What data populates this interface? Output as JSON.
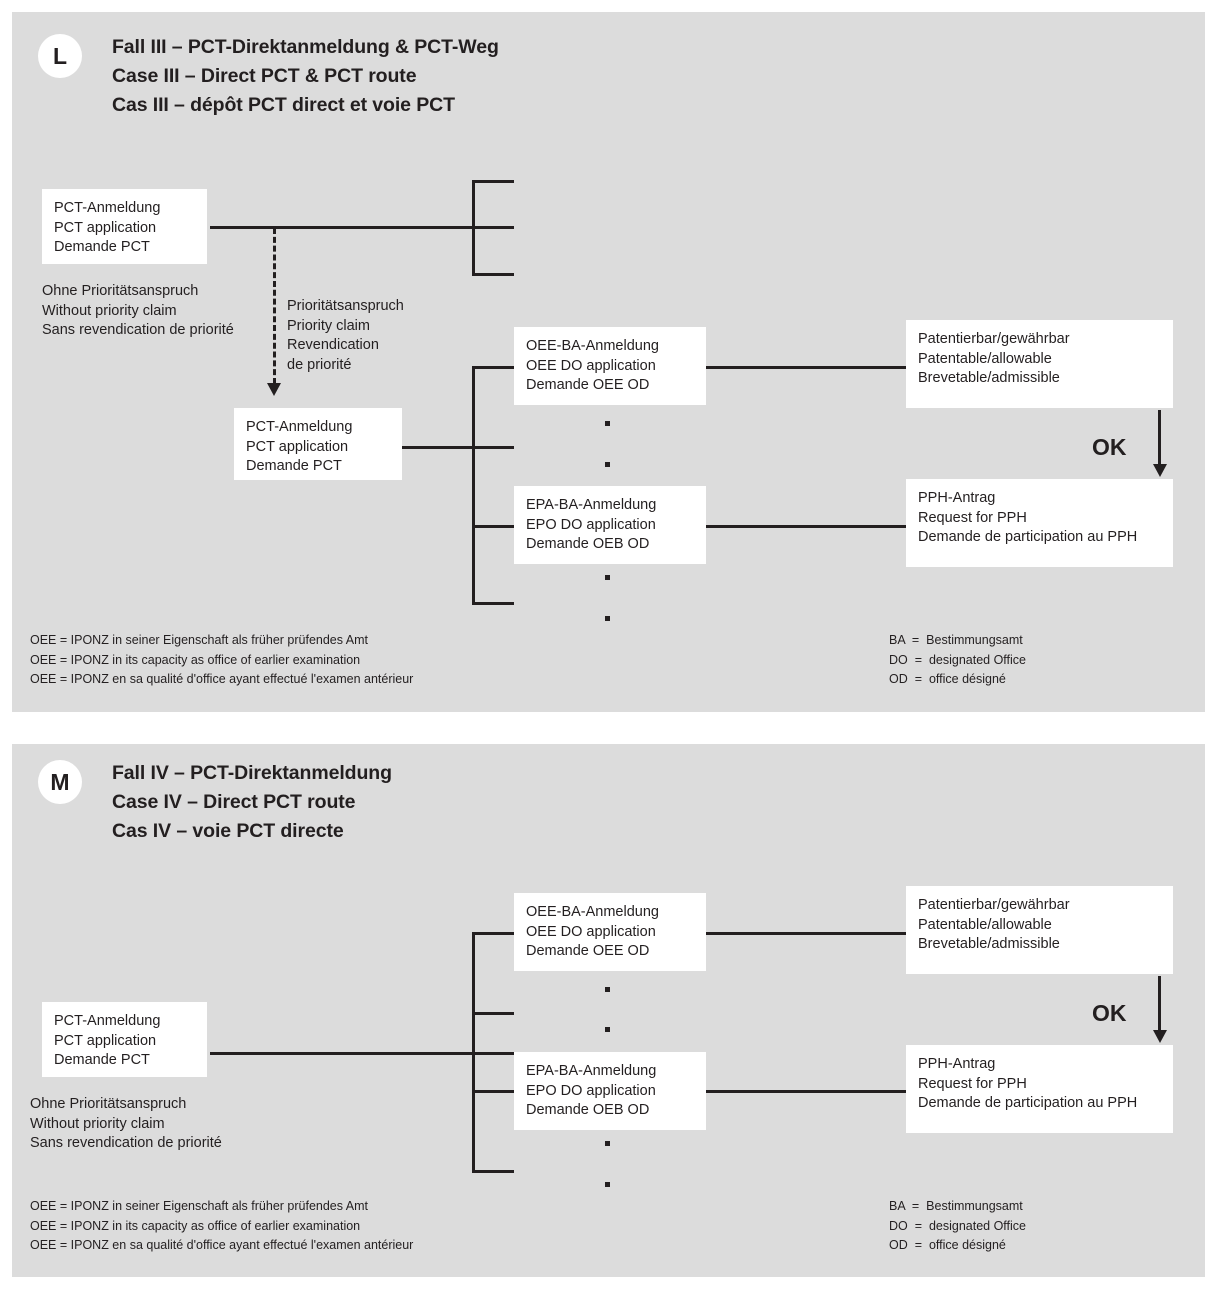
{
  "panels": [
    {
      "badge": "L",
      "title_de": "Fall III – PCT-Direktanmeldung & PCT-Weg",
      "title_en": "Case III – Direct PCT & PCT route",
      "title_fr": "Cas III – dépôt PCT direct et voie PCT",
      "box_pct_top": "PCT-Anmeldung\nPCT application\nDemande PCT",
      "note_no_priority": "Ohne Prioritätsanspruch\nWithout priority claim\nSans revendication de priorité",
      "note_priority": "Prioritätsanspruch\nPriority claim\nRevendication\nde priorité",
      "box_pct_second": "PCT-Anmeldung\nPCT application\nDemande PCT",
      "box_oee": "OEE-BA-Anmeldung\nOEE DO application\nDemande OEE OD",
      "box_epo": "EPA-BA-Anmeldung\nEPO DO application\nDemande OEB OD",
      "box_patentable": "Patentierbar/gewährbar\nPatentable/allowable\nBrevetable/admissible",
      "box_pph": "PPH-Antrag\nRequest for PPH\nDemande de participation au PPH",
      "ok_label": "OK",
      "legend_left": "OEE = IPONZ in seiner Eigenschaft als früher prüfendes Amt\nOEE = IPONZ in its capacity as office of earlier examination\nOEE = IPONZ en sa qualité d'office ayant effectué l'examen antérieur",
      "legend_right": "BA  =  Bestimmungsamt\nDO  =  designated Office\nOD  =  office désigné"
    },
    {
      "badge": "M",
      "title_de": "Fall IV – PCT-Direktanmeldung",
      "title_en": "Case IV – Direct PCT route",
      "title_fr": "Cas IV – voie PCT directe",
      "box_pct_top": "PCT-Anmeldung\nPCT application\nDemande PCT",
      "note_no_priority": "Ohne Prioritätsanspruch\nWithout priority claim\nSans revendication de priorité",
      "box_oee": "OEE-BA-Anmeldung\nOEE DO application\nDemande OEE OD",
      "box_epo": "EPA-BA-Anmeldung\nEPO DO application\nDemande OEB OD",
      "box_patentable": "Patentierbar/gewährbar\nPatentable/allowable\nBrevetable/admissible",
      "box_pph": "PPH-Antrag\nRequest for PPH\nDemande de participation au PPH",
      "ok_label": "OK",
      "legend_left": "OEE = IPONZ in seiner Eigenschaft als früher prüfendes Amt\nOEE = IPONZ in its capacity as office of earlier examination\nOEE = IPONZ en sa qualité d'office ayant effectué l'examen antérieur",
      "legend_right": "BA  =  Bestimmungsamt\nDO  =  designated Office\nOD  =  office désigné"
    }
  ],
  "colors": {
    "panel_background": "#dcdcdc",
    "page_background": "#ffffff",
    "ink": "#231f20",
    "box_fill": "#ffffff"
  }
}
